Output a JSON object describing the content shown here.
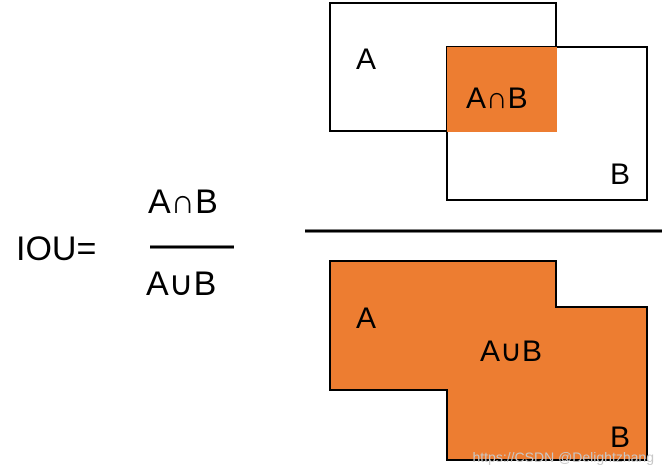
{
  "formula": {
    "lhs": "IOU=",
    "numerator": "A∩B",
    "denominator": "A∪B"
  },
  "top_diagram": {
    "box_a_label": "A",
    "box_b_label": "B",
    "intersection_label": "A∩B"
  },
  "bottom_diagram": {
    "a_label": "A",
    "b_label": "B",
    "union_label": "A∪B"
  },
  "colors": {
    "fill": "#ED7D31",
    "stroke": "#000000"
  },
  "watermark": "https://CSDN @Delightzhang"
}
